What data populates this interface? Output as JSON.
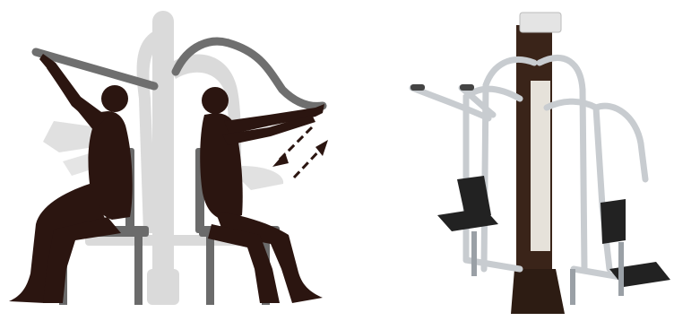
{
  "image": {
    "left_panel": "exercise-usage-diagram",
    "right_panel": "equipment-render",
    "colors": {
      "silhouette": "#2b1510",
      "frame_grey": "#d9d9d9",
      "seat_grey": "#6b6b6b",
      "handle_grey": "#6f6f6f",
      "pole_dark": "#3a2419",
      "tube_silver": "#c8ccd0",
      "pad_black": "#222222"
    },
    "arrows": [
      "push-arrow",
      "pull-arrow"
    ]
  }
}
